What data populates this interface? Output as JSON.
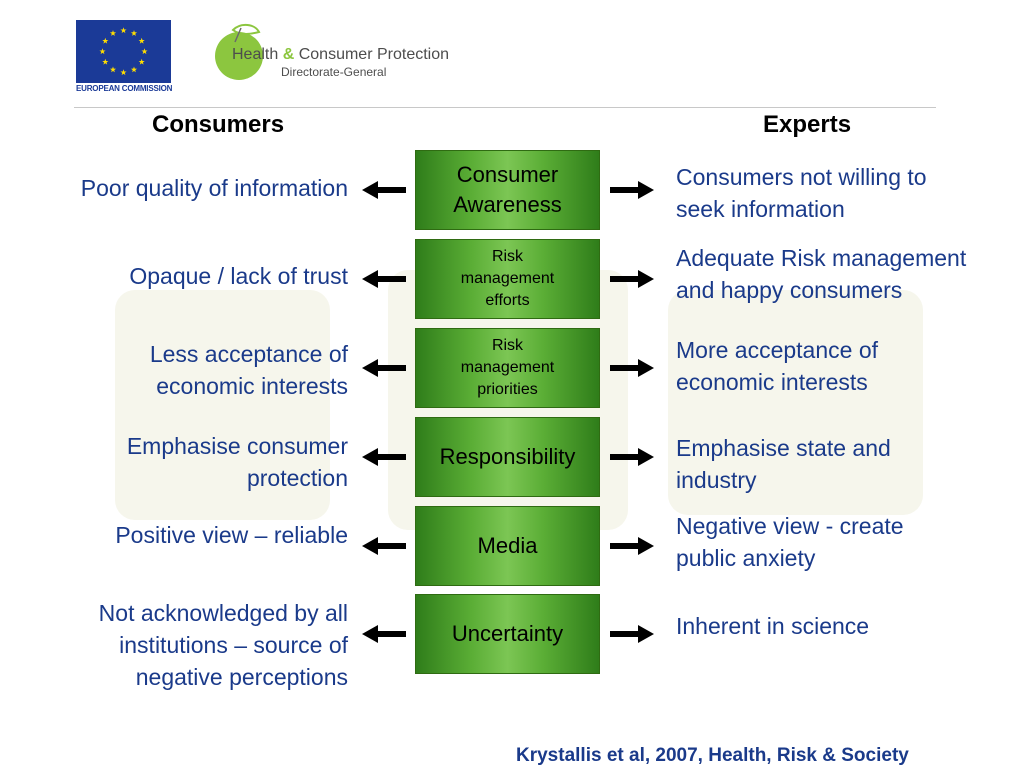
{
  "header": {
    "eu_caption": "EUROPEAN COMMISSION",
    "dg_title_part1": "Health",
    "dg_title_amp": "&",
    "dg_title_part2": "Consumer Protection",
    "dg_subtitle": "Directorate-General"
  },
  "columns": {
    "left": "Consumers",
    "right": "Experts"
  },
  "rows": [
    {
      "center": "Consumer\nAwareness",
      "left": "Poor quality of information",
      "right": "Consumers not willing to\nseek information"
    },
    {
      "center": "Risk\nmanagement\nefforts",
      "left": "Opaque / lack of trust",
      "right": "Adequate Risk management\nand happy consumers"
    },
    {
      "center": "Risk\nmanagement\npriorities",
      "left": "Less acceptance of\neconomic interests",
      "right": "More acceptance of\neconomic interests"
    },
    {
      "center": "Responsibility",
      "left": "Emphasise consumer\nprotection",
      "right": "Emphasise state and\nindustry"
    },
    {
      "center": "Media",
      "left": "Positive view – reliable",
      "right": "Negative view - create\npublic anxiety"
    },
    {
      "center": "Uncertainty",
      "left": "Not acknowledged by all\ninstitutions – source of\nnegative perceptions",
      "right": "Inherent in science"
    }
  ],
  "citation": "Krystallis et al, 2007, Health, Risk & Society",
  "colors": {
    "text_blue": "#1a3a8a",
    "box_green": "#5aad35",
    "eu_blue": "#1b3a97",
    "eu_star": "#ffdd00"
  }
}
